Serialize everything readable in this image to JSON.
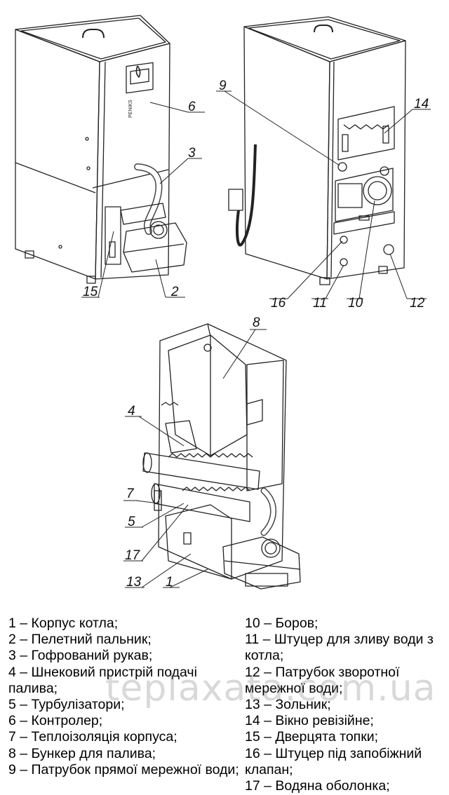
{
  "brand_label": "PENIKS",
  "watermark": "teplaxata.com.ua",
  "callouts": [
    "1",
    "2",
    "3",
    "4",
    "5",
    "6",
    "7",
    "8",
    "9",
    "10",
    "11",
    "12",
    "13",
    "14",
    "15",
    "16",
    "17"
  ],
  "legend_left": [
    "1 – Корпус котла;",
    "2 – Пелетний пальник;",
    "3 – Гофрований рукав;",
    "4 – Шнековий пристрій подачі палива;",
    "5 – Турбулізатори;",
    "6 – Контролер;",
    "7 – Теплоізоляція корпуса;",
    "8 – Бункер для палива;",
    "9 – Патрубок прямої мережної води;"
  ],
  "legend_right": [
    "10 – Боров;",
    "11 – Штуцер для зливу води з котла;",
    "12 – Патрубок зворотної мережної води;",
    "13 – Зольник;",
    "14 – Вікно ревізійне;",
    "15 – Дверцята топки;",
    "16 – Штуцер під запобіжний клапан;",
    "17 – Водяна оболонка;"
  ]
}
